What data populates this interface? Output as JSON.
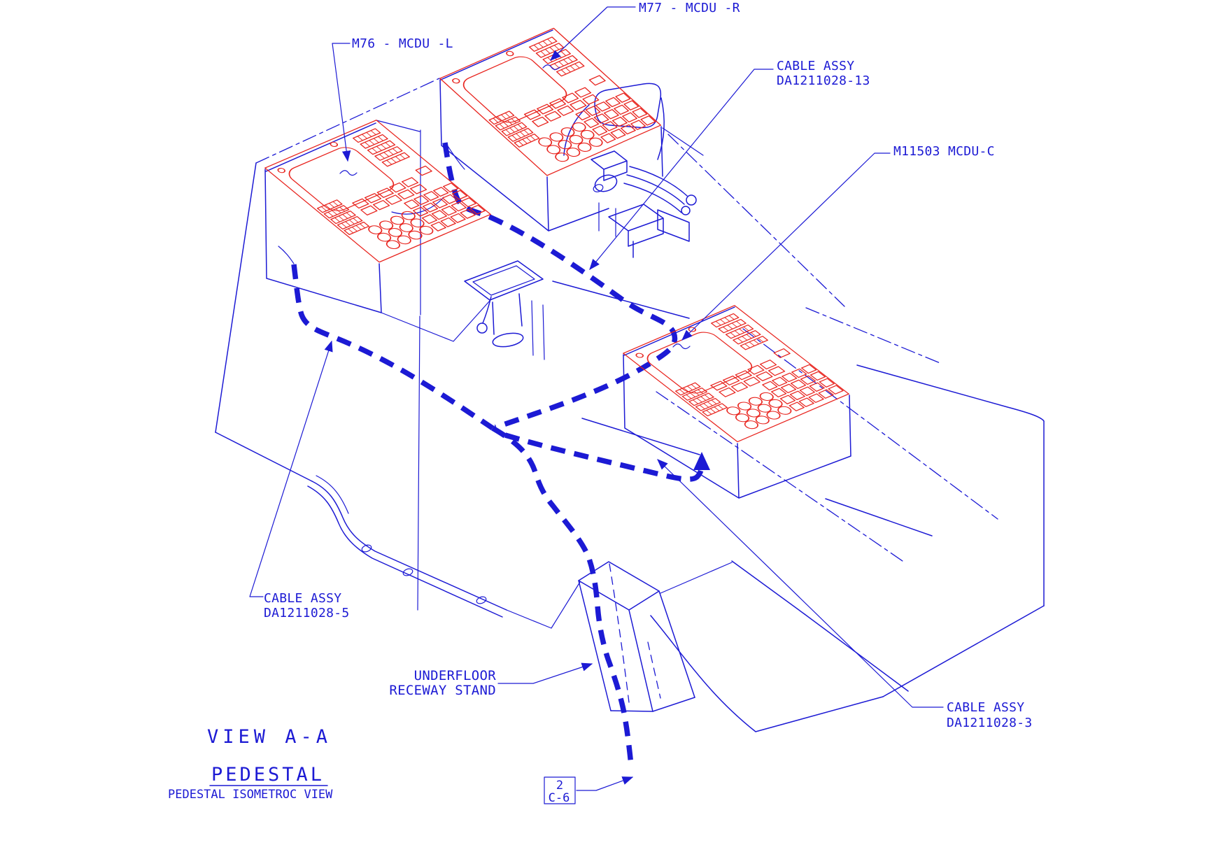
{
  "colors": {
    "line_blue": "#1c1ad4",
    "unit_red": "#e8241e",
    "background": "#ffffff"
  },
  "callouts": {
    "m77": {
      "text": "M77 - MCDU -R"
    },
    "m76": {
      "text": "M76 - MCDU -L"
    },
    "cable13": {
      "line1": "CABLE ASSY",
      "line2": "DA1211028-13"
    },
    "m11503": {
      "text": "M11503 MCDU-C"
    },
    "cable5": {
      "line1": "CABLE ASSY",
      "line2": "DA1211028-5"
    },
    "underfloor": {
      "line1": "UNDERFLOOR",
      "line2": "RECEWAY STAND"
    },
    "cable3": {
      "line1": "CABLE ASSY",
      "line2": "DA1211028-3"
    }
  },
  "title_block": {
    "view": "VIEW A-A",
    "title": "PEDESTAL",
    "subtitle": "PEDESTAL ISOMETROC VIEW"
  },
  "zone_ref": {
    "sheet": "2",
    "zone": "C-6"
  }
}
